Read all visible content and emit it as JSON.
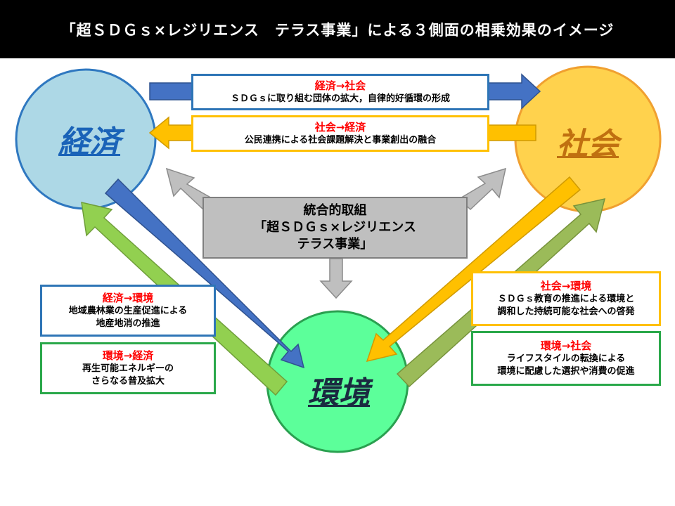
{
  "header": {
    "title": "「超ＳＤＧｓ×レジリエンス　テラス事業」による３側面の相乗効果のイメージ"
  },
  "nodes": {
    "economy": {
      "label": "経済",
      "fill": "#add8e6",
      "stroke": "#2f78c0",
      "text_color": "#1a63b8"
    },
    "society": {
      "label": "社会",
      "fill": "#ffd24d",
      "stroke": "#f0a030",
      "text_color": "#c07010"
    },
    "environment": {
      "label": "環境",
      "fill": "#5cff9a",
      "stroke": "#2aa050",
      "text_color": "#1a2a40"
    }
  },
  "center": {
    "line1": "統合的取組",
    "line2": "「超ＳＤＧｓ×レジリエンス",
    "line3": "テラス事業」"
  },
  "relations": {
    "econ_to_soc": {
      "title": "経済→社会",
      "body": "ＳＤＧｓに取り組む団体の拡大，自律的好循環の形成",
      "border": "#2e75b6"
    },
    "soc_to_econ": {
      "title": "社会→経済",
      "body": "公民連携による社会課題解決と事業創出の融合",
      "border": "#ffc000"
    },
    "econ_to_env": {
      "title": "経済→環境",
      "body": "地域農林業の生産促進による\n地産地消の推進",
      "border": "#2e75b6"
    },
    "env_to_econ": {
      "title": "環境→経済",
      "body": "再生可能エネルギーの\nさらなる普及拡大",
      "border": "#2aa84a"
    },
    "soc_to_env": {
      "title": "社会→環境",
      "body": "ＳＤＧｓ教育の推進による環境と\n調和した持続可能な社会への啓発",
      "border": "#ffc000"
    },
    "env_to_soc": {
      "title": "環境→社会",
      "body": "ライフスタイルの転換による\n環境に配慮した選択や消費の促進",
      "border": "#2aa84a"
    }
  },
  "arrow_colors": {
    "blue": "#4472c4",
    "orange": "#ffc000",
    "green": "#92d050",
    "gray": "#bfbfbf"
  }
}
